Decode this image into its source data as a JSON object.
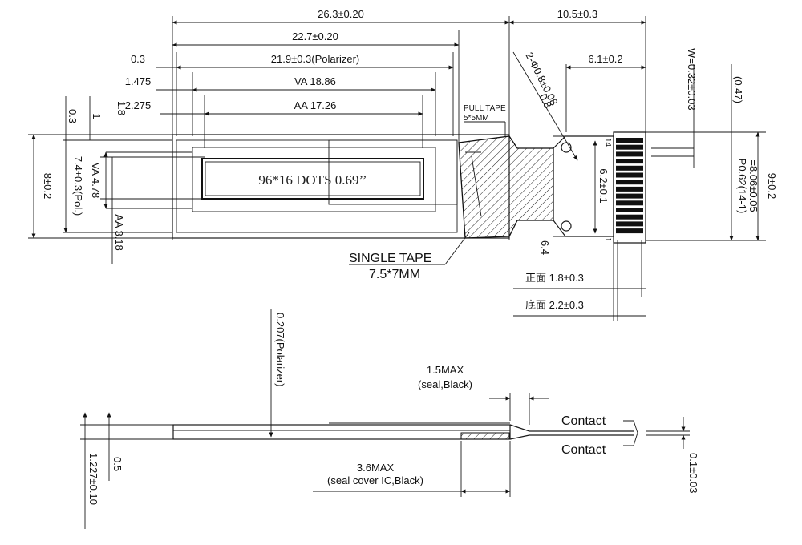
{
  "labels": {
    "overall_width": "26.3±0.20",
    "glass_width": "22.7±0.20",
    "polarizer_width": "21.9±0.3(Polarizer)",
    "va_width": "VA 18.86",
    "aa_width": "AA 17.26",
    "fpc_length": "10.5±0.3",
    "fpc_tab": "6.1±0.2",
    "margin_03": "0.3",
    "margin_1475": "1.475",
    "margin_2275": "2.275",
    "side_03": "0.3",
    "side_1": "1",
    "side_18": "1.8",
    "height_8": "8±0.2",
    "height_74": "7.4±0.3(Pol.)",
    "va_height": "VA 4.78",
    "aa_height": "AA 3.18",
    "display_text": "96*16 DOTS 0.69’’",
    "pull_tape": "PULL TAPE",
    "pull_tape_size": "5*5MM",
    "holes": "2-Φ0.8±0.08",
    "hole_08": "0.8",
    "w_pitch": "W=0.32±0.03",
    "dim_047": "(0.47)",
    "dim_9": "9±0.2",
    "pitch_label": "P0.62(14-1)",
    "pitch_total": "=8.06±0.05",
    "fpc_62": "6.2±0.1",
    "fpc_64": "6.4",
    "pin_14": "14",
    "pin_1": "1",
    "single_tape": "SINGLE TAPE",
    "single_tape_size": "7.5*7MM",
    "front_label": "正面 1.8±0.3",
    "bottom_label": "底面 2.2±0.3",
    "polarizer_thick": "0.207(Polarizer)",
    "seal_max": "1.5MAX",
    "seal_black": "(seal,Black)",
    "contact_top": "Contact",
    "contact_bottom": "Contact",
    "seal_cover_max": "3.6MAX",
    "seal_cover": "(seal cover IC,Black)",
    "thick_05": "0.5",
    "thick_total": "1.227±0.10",
    "fpc_thick": "0.1±0.03"
  }
}
